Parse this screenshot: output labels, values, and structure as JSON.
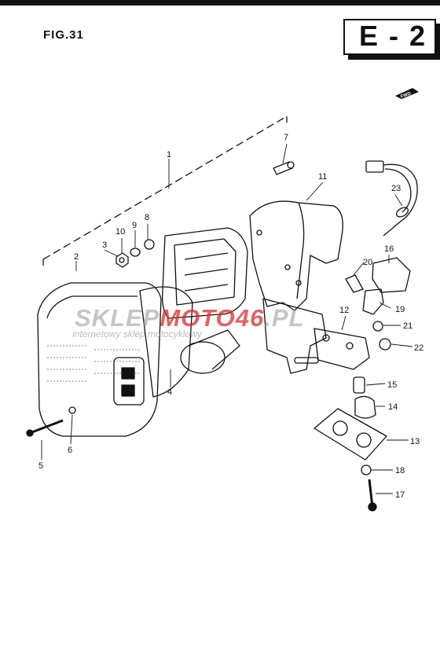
{
  "header": {
    "figure_label": "FIG.31",
    "section_code": "E - 2"
  },
  "icons": {
    "direction_arrow": "fwd-arrow-icon",
    "direction_text": "FWD"
  },
  "watermark": {
    "part_a": "SKLEP",
    "part_b": "MOTO",
    "part_c": "46",
    "part_d": ".PL",
    "tagline": "internetowy sklep motocyklowy"
  },
  "callouts": [
    "1",
    "2",
    "3",
    "4",
    "5",
    "6",
    "7",
    "8",
    "9",
    "10",
    "11",
    "12",
    "13",
    "14",
    "15",
    "16",
    "17",
    "18",
    "19",
    "20",
    "21",
    "22",
    "23"
  ]
}
